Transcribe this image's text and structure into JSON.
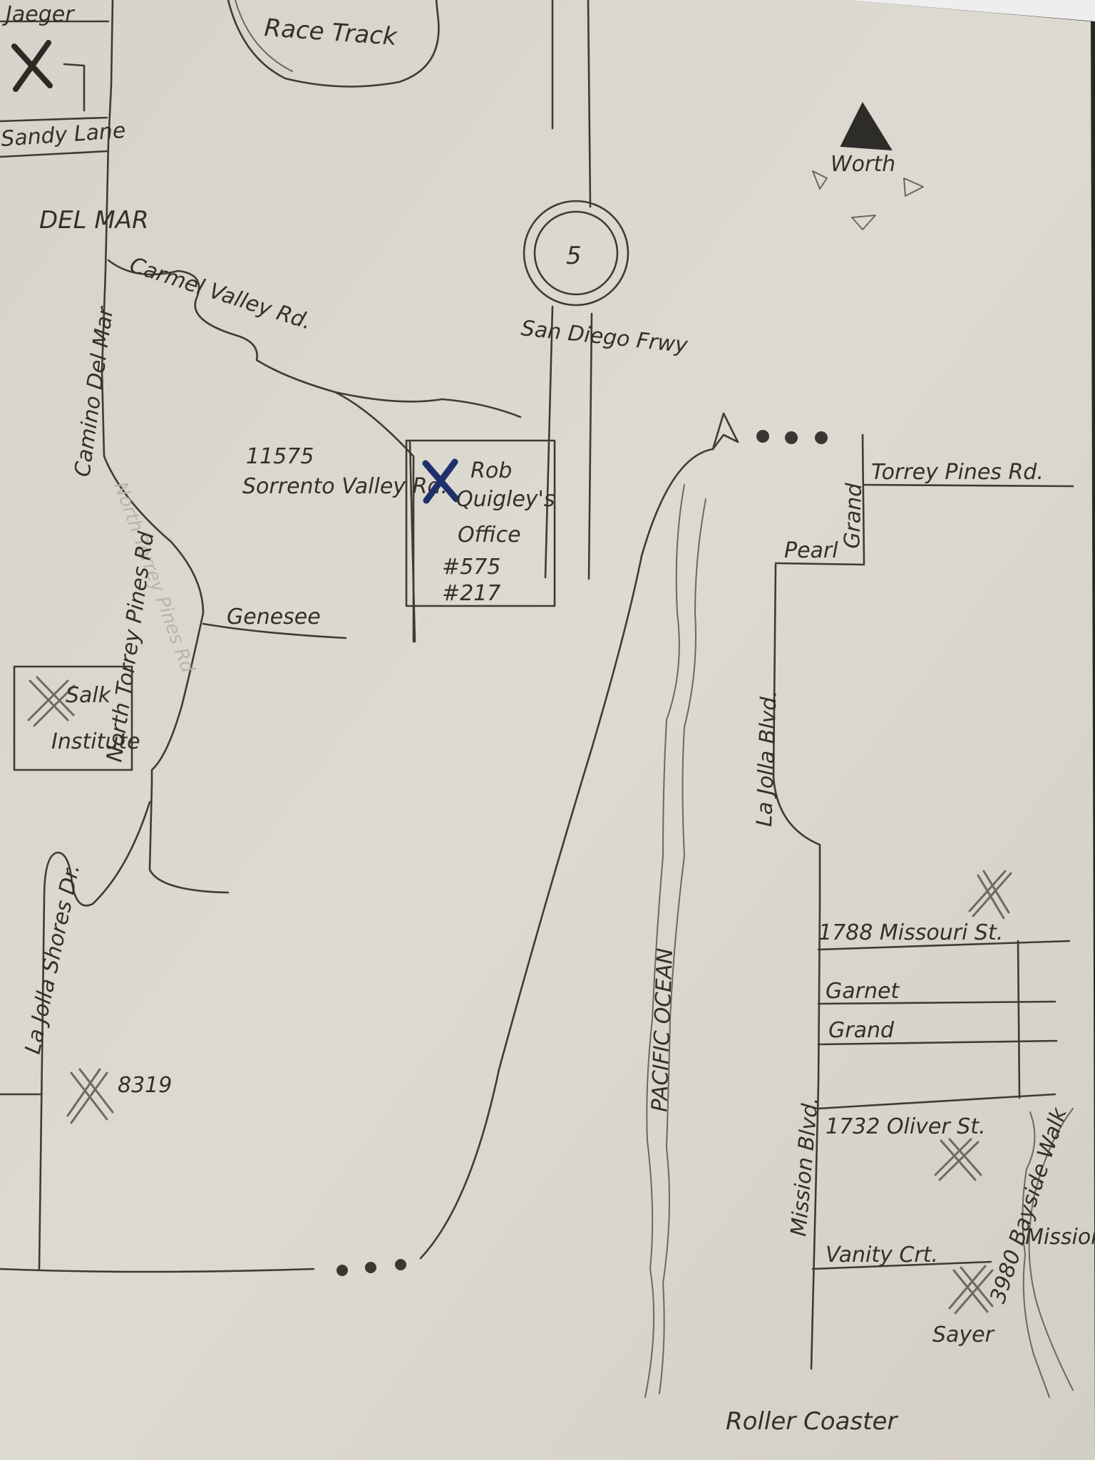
{
  "colors": {
    "paper": "#dcd9cf",
    "pencil": "#3e3b37",
    "blue_marker": "#1f2f6b",
    "background": "#2a2622"
  },
  "labels": {
    "jaeger": "Jaeger",
    "race_track": "Race Track",
    "sandy_lane": "Sandy Lane",
    "del_mar": "DEL MAR",
    "carmel_valley_rd": "Carmel Valley Rd.",
    "camino_del_mar": "Camino Del Mar",
    "interstate_number": "5",
    "san_diego_frwy": "San Diego Frwy",
    "north_arrow": "Worth",
    "torrey_pines_rd": "Torrey Pines Rd.",
    "pearl": "Pearl",
    "grand_top": "Grand",
    "address_11575": "11575",
    "sorrento_valley_rd": "Sorrento Valley Rd.",
    "office_name_1": "Rob",
    "office_name_2": "Quigley's",
    "office_name_3": "Office",
    "suite_575": "#575",
    "suite_217": "#217",
    "north_torrey_pines_rd": "North Torrey Pines Rd",
    "genesee": "Genesee",
    "salk": "Salk",
    "institute": "Institute",
    "la_jolla_shores_dr": "La Jolla Shores Dr.",
    "house_8319": "8319",
    "la_jolla_blvd": "La Jolla Blvd.",
    "pacific_ocean": "PACIFIC OCEAN",
    "missouri_st": "1788 Missouri St.",
    "garnet": "Garnet",
    "grand": "Grand",
    "oliver_st": "1732 Oliver St.",
    "mission_blvd": "Mission Blvd.",
    "bayside_walk": "3980 Bayside Walk",
    "mission_bay": "Mission Bay",
    "vanity_crt": "Vanity Crt.",
    "sayer": "Sayer",
    "roller_coaster": "Roller Coaster"
  },
  "markers": [
    {
      "name": "jaeger-marker",
      "style": "pencil-bold"
    },
    {
      "name": "rob-quigley-office-marker",
      "style": "blue-ink"
    },
    {
      "name": "salk-institute-marker",
      "style": "pencil-double"
    },
    {
      "name": "house-8319-marker",
      "style": "pencil-double"
    },
    {
      "name": "missouri-st-marker",
      "style": "pencil-double"
    },
    {
      "name": "oliver-st-marker",
      "style": "pencil-double"
    },
    {
      "name": "sayer-marker",
      "style": "pencil-double"
    }
  ]
}
